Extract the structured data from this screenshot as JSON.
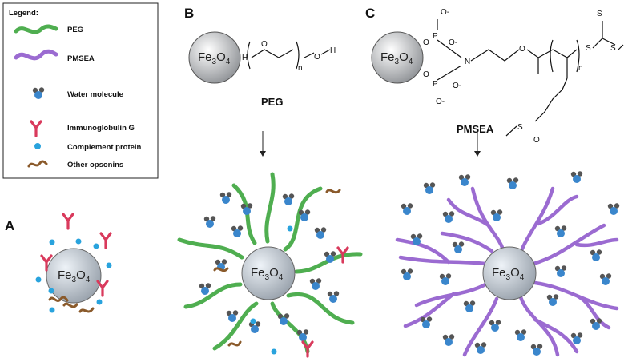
{
  "panels": {
    "a": "A",
    "b": "B",
    "c": "C"
  },
  "legend": {
    "title": "Legend:",
    "items": [
      {
        "key": "peg",
        "label": "PEG",
        "color": "#4fae50"
      },
      {
        "key": "pmsea",
        "label": "PMSEA",
        "color": "#9b6bd1"
      },
      {
        "key": "water",
        "label": "Water molecule",
        "color": "#3a86cc"
      },
      {
        "key": "igg",
        "label": "Immunoglobulin G",
        "color": "#d93a5c"
      },
      {
        "key": "complement",
        "label": "Complement protein",
        "color": "#29a3dd"
      },
      {
        "key": "opsonin",
        "label": "Other opsonins",
        "color": "#8a5a2b"
      }
    ]
  },
  "core_label": {
    "base": "Fe",
    "sub1": "3",
    "mid": "O",
    "sub2": "4"
  },
  "peg": {
    "title": "PEG",
    "atoms": {
      "h_left": "H",
      "o_chain": "O",
      "n": "n",
      "o_end": "O",
      "h_end": "H"
    }
  },
  "pmsea": {
    "title": "PMSEA",
    "atoms": {
      "p": "P",
      "o": "O",
      "o_minus": "O-",
      "n": "N",
      "s": "S",
      "n_sub": "n"
    }
  },
  "colors": {
    "core_light": "#ffffff",
    "core_dark": "#8f9296",
    "water_blue": "#3a86cc",
    "water_gray": "#555555"
  }
}
